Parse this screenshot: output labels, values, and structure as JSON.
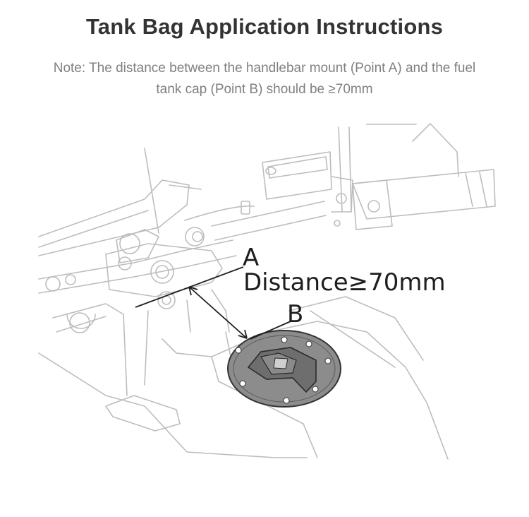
{
  "title": "Tank Bag Application Instructions",
  "note": "Note: The distance between the handlebar mount (Point A) and the fuel tank cap (Point B) should be ≥70mm",
  "diagram": {
    "point_a_label": "A",
    "point_b_label": "B",
    "distance_label": "Distance≥70mm",
    "line_color": "#bdbdbd",
    "ink_color": "#1e1e1e",
    "cap_fill": "#8c8c8c"
  }
}
